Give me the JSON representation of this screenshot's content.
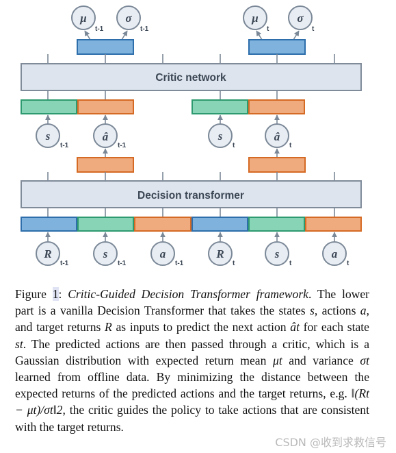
{
  "figure": {
    "critic_label": "Critic network",
    "transformer_label": "Decision transformer",
    "sym": {
      "mu": "μ",
      "sigma": "σ",
      "s": "s",
      "ahat": "â",
      "a": "a",
      "R": "R"
    },
    "sub_prev": "t-1",
    "sub_cur": "t",
    "colors": {
      "blue_fill": "#7fb2dd",
      "blue_stroke": "#2e6eab",
      "green_fill": "#87d4b7",
      "green_stroke": "#2e9a6f",
      "orange_fill": "#efaa7e",
      "orange_stroke": "#d56a24",
      "box_fill": "#dde4ee",
      "box_stroke": "#7f8b99",
      "circle_fill": "#e8edf4",
      "circle_stroke": "#7b8897",
      "text_dark": "#3b4654"
    }
  },
  "caption": {
    "fig_label": "Figure ",
    "fig_num": "1",
    "colon": ": ",
    "title": "Critic-Guided Decision Transformer framework",
    "p1": ". The lower part is a vanilla Decision Transformer that takes the states ",
    "s": "s",
    "p2": ", actions ",
    "a": "a",
    "p3": ", and target returns ",
    "R": "R",
    "p4": " as inputs to predict the next action ",
    "ahat_t": "ât",
    "p5": " for each state ",
    "s_t": "st",
    "p6": ". The predicted actions are then passed through a critic, which is a Gaussian distribution with expected return mean ",
    "mu_t": "μt",
    "p7": " and variance ",
    "sigma_t": "σt",
    "p8": " learned from offline data. By minimizing the distance between the expected returns of the predicted actions and the target returns, e.g. ",
    "formula": "‖(Rt − μt)/σt‖2",
    "p9": ", the critic guides the policy to take actions that are consistent with the target returns."
  },
  "watermark": "CSDN @收到求救信号"
}
